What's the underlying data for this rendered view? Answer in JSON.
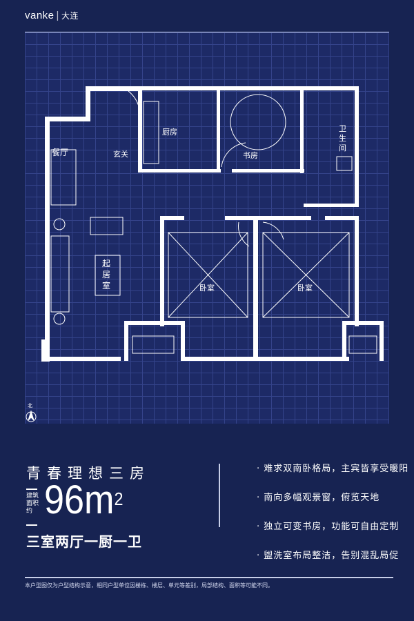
{
  "brand": {
    "logo": "vanke",
    "separator": "|",
    "city": "大连"
  },
  "plan": {
    "rooms": {
      "entry": "玄关",
      "kitchen": "厨房",
      "study": "书房",
      "bathroom": "卫生间",
      "dining": "餐厅",
      "living": "起居室",
      "bedroom1": "卧室",
      "bedroom2": "卧室"
    },
    "north": "北"
  },
  "info": {
    "title": "青春理想三房",
    "area_label": "建筑面积约",
    "area_value": "96m",
    "area_unit_sup": "2",
    "layout": "三室两厅一厨一卫",
    "features": [
      "· 难求双南卧格局，主宾皆享受暖阳",
      "· 南向多幅观景窗，俯览天地",
      "· 独立可变书房，功能可自由定制",
      "· 盥洗室布局整洁，告别混乱局促"
    ]
  },
  "disclaimer": "本户型图仅为户型结构示意，相同户型单位因楼栋、楼层、单元等差别，局部结构、面积等可能不同。"
}
